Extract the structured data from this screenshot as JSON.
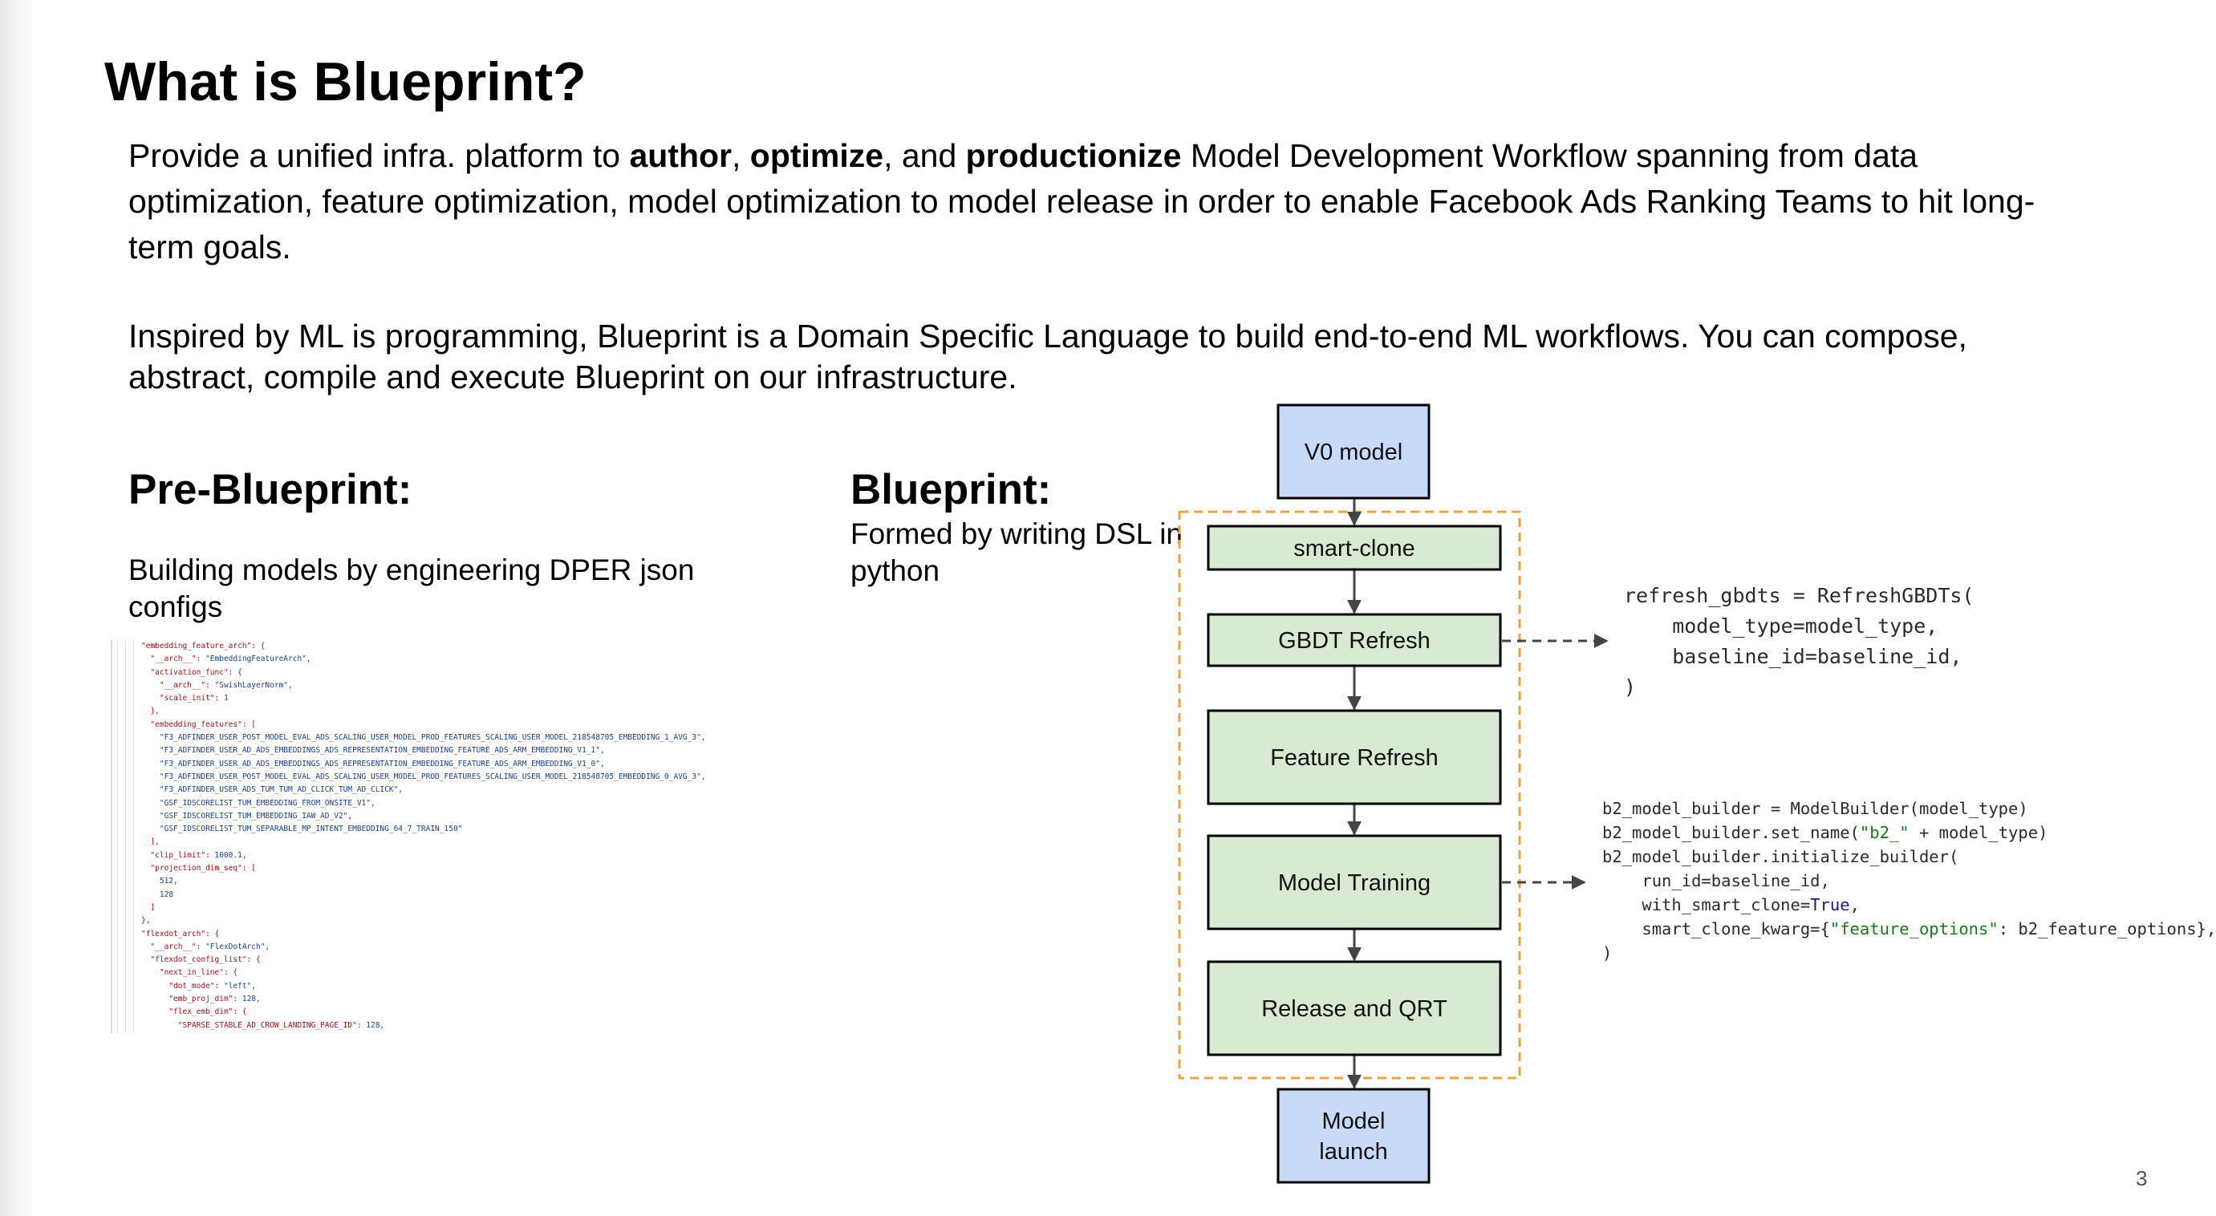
{
  "slide": {
    "title": "What is Blueprint?",
    "page_number": "3",
    "para1": {
      "t1": "Provide a unified infra. platform to ",
      "b1": "author",
      "t2": ", ",
      "b2": "optimize",
      "t3": ", and ",
      "b3": "productionize",
      "t4": " Model Development Workflow spanning from data optimization, feature optimization, model optimization to model release in order to enable Facebook Ads Ranking Teams to hit long-term goals."
    },
    "para2": "Inspired by ML is programming, Blueprint is a Domain Specific Language to build end-to-end ML workflows. You can compose, abstract, compile and execute Blueprint on our infrastructure.",
    "pre_blueprint": {
      "heading": "Pre-Blueprint:",
      "description": "Building models by engineering DPER json configs"
    },
    "blueprint": {
      "heading": "Blueprint:",
      "description": "Formed by writing DSL in python"
    }
  },
  "json_config_lines": [
    [
      "\"embedding_feature_arch\": {",
      ""
    ],
    [
      "  \"__arch__\": ",
      "\"EmbeddingFeatureArch\","
    ],
    [
      "  \"activation_func\": {",
      ""
    ],
    [
      "    \"__arch__\": ",
      "\"SwishLayerNorm\","
    ],
    [
      "    \"scale_init\": ",
      "1"
    ],
    [
      "  },",
      ""
    ],
    [
      "  \"embedding_features\": [",
      ""
    ],
    [
      "    ",
      "\"F3_ADFINDER_USER_POST_MODEL_EVAL_ADS_SCALING_USER_MODEL_PROD_FEATURES_SCALING_USER_MODEL_218548705_EMBEDDING_1_AVG_3\","
    ],
    [
      "    ",
      "\"F3_ADFINDER_USER_AD_ADS_EMBEDDINGS_ADS_REPRESENTATION_EMBEDDING_FEATURE_ADS_ARM_EMBEDDING_V1_1\","
    ],
    [
      "    ",
      "\"F3_ADFINDER_USER_AD_ADS_EMBEDDINGS_ADS_REPRESENTATION_EMBEDDING_FEATURE_ADS_ARM_EMBEDDING_V1_0\","
    ],
    [
      "    ",
      "\"F3_ADFINDER_USER_POST_MODEL_EVAL_ADS_SCALING_USER_MODEL_PROD_FEATURES_SCALING_USER_MODEL_218548705_EMBEDDING_0_AVG_3\","
    ],
    [
      "    ",
      "\"F3_ADFINDER_USER_ADS_TUM_TUM_AD_CLICK_TUM_AD_CLICK\","
    ],
    [
      "    ",
      "\"GSF_IDSCORELIST_TUM_EMBEDDING_FROM_ONSITE_V1\","
    ],
    [
      "    ",
      "\"GSF_IDSCORELIST_TUM_EMBEDDING_IAW_AD_V2\","
    ],
    [
      "    ",
      "\"GSF_IDSCORELIST_TUM_SEPARABLE_MP_INTENT_EMBEDDING_64_7_TRAIN_150\""
    ],
    [
      "  ],",
      ""
    ],
    [
      "  \"clip_limit\": ",
      "1000.1,"
    ],
    [
      "  \"projection_dim_seq\": [",
      ""
    ],
    [
      "    ",
      "512,"
    ],
    [
      "    ",
      "128"
    ],
    [
      "  ]",
      ""
    ],
    [
      "},",
      ""
    ],
    [
      "\"flexdot_arch\": {",
      ""
    ],
    [
      "  \"__arch__\": ",
      "\"FlexDotArch\","
    ],
    [
      "  \"flexdot_config_list\": {",
      ""
    ],
    [
      "    \"next_in_line\": {",
      ""
    ],
    [
      "      \"dot_mode\": ",
      "\"left\","
    ],
    [
      "      \"emb_proj_dim\": ",
      "128,"
    ],
    [
      "      \"flex_emb_dim\": {",
      ""
    ],
    [
      "        \"SPARSE_STABLE_AD_CROW_LANDING_PAGE_ID\": ",
      "128,"
    ]
  ],
  "flowchart": {
    "nodes": [
      {
        "id": "v0",
        "label": "V0 model"
      },
      {
        "id": "smart-clone",
        "label": "smart-clone"
      },
      {
        "id": "gbdt",
        "label": "GBDT Refresh"
      },
      {
        "id": "feature",
        "label": "Feature Refresh"
      },
      {
        "id": "training",
        "label": "Model Training"
      },
      {
        "id": "release",
        "label": "Release and QRT"
      },
      {
        "id": "launch",
        "label": [
          "Model",
          "launch"
        ]
      }
    ],
    "colors": {
      "blue_fill": "#c9daf8",
      "green_fill": "#d9ead3",
      "stroke": "#000000",
      "dashed_orange": "#f6a23c"
    }
  },
  "code_refresh": [
    [
      [
        "t",
        "refresh_gbdts = RefreshGBDTs("
      ]
    ],
    [
      [
        "t",
        "    model_type=model_type,"
      ]
    ],
    [
      [
        "t",
        "    baseline_id=baseline_id,"
      ]
    ],
    [
      [
        "t",
        ")"
      ]
    ]
  ],
  "code_builder": [
    [
      [
        "t",
        "b2_model_builder = ModelBuilder(model_type)"
      ]
    ],
    [
      [
        "t",
        "b2_model_builder.set_name("
      ],
      [
        "s",
        "\"b2_\""
      ],
      [
        "t",
        " + model_type)"
      ]
    ],
    [
      [
        "t",
        "b2_model_builder.initialize_builder("
      ]
    ],
    [
      [
        "t",
        "    run_id=baseline_id,"
      ]
    ],
    [
      [
        "t",
        "    with_smart_clone="
      ],
      [
        "k",
        "True"
      ],
      [
        "t",
        ","
      ]
    ],
    [
      [
        "t",
        "    smart_clone_kwarg={"
      ],
      [
        "s",
        "\"feature_options\""
      ],
      [
        "t",
        ": b2_feature_options},"
      ]
    ],
    [
      [
        "t",
        ")"
      ]
    ]
  ]
}
